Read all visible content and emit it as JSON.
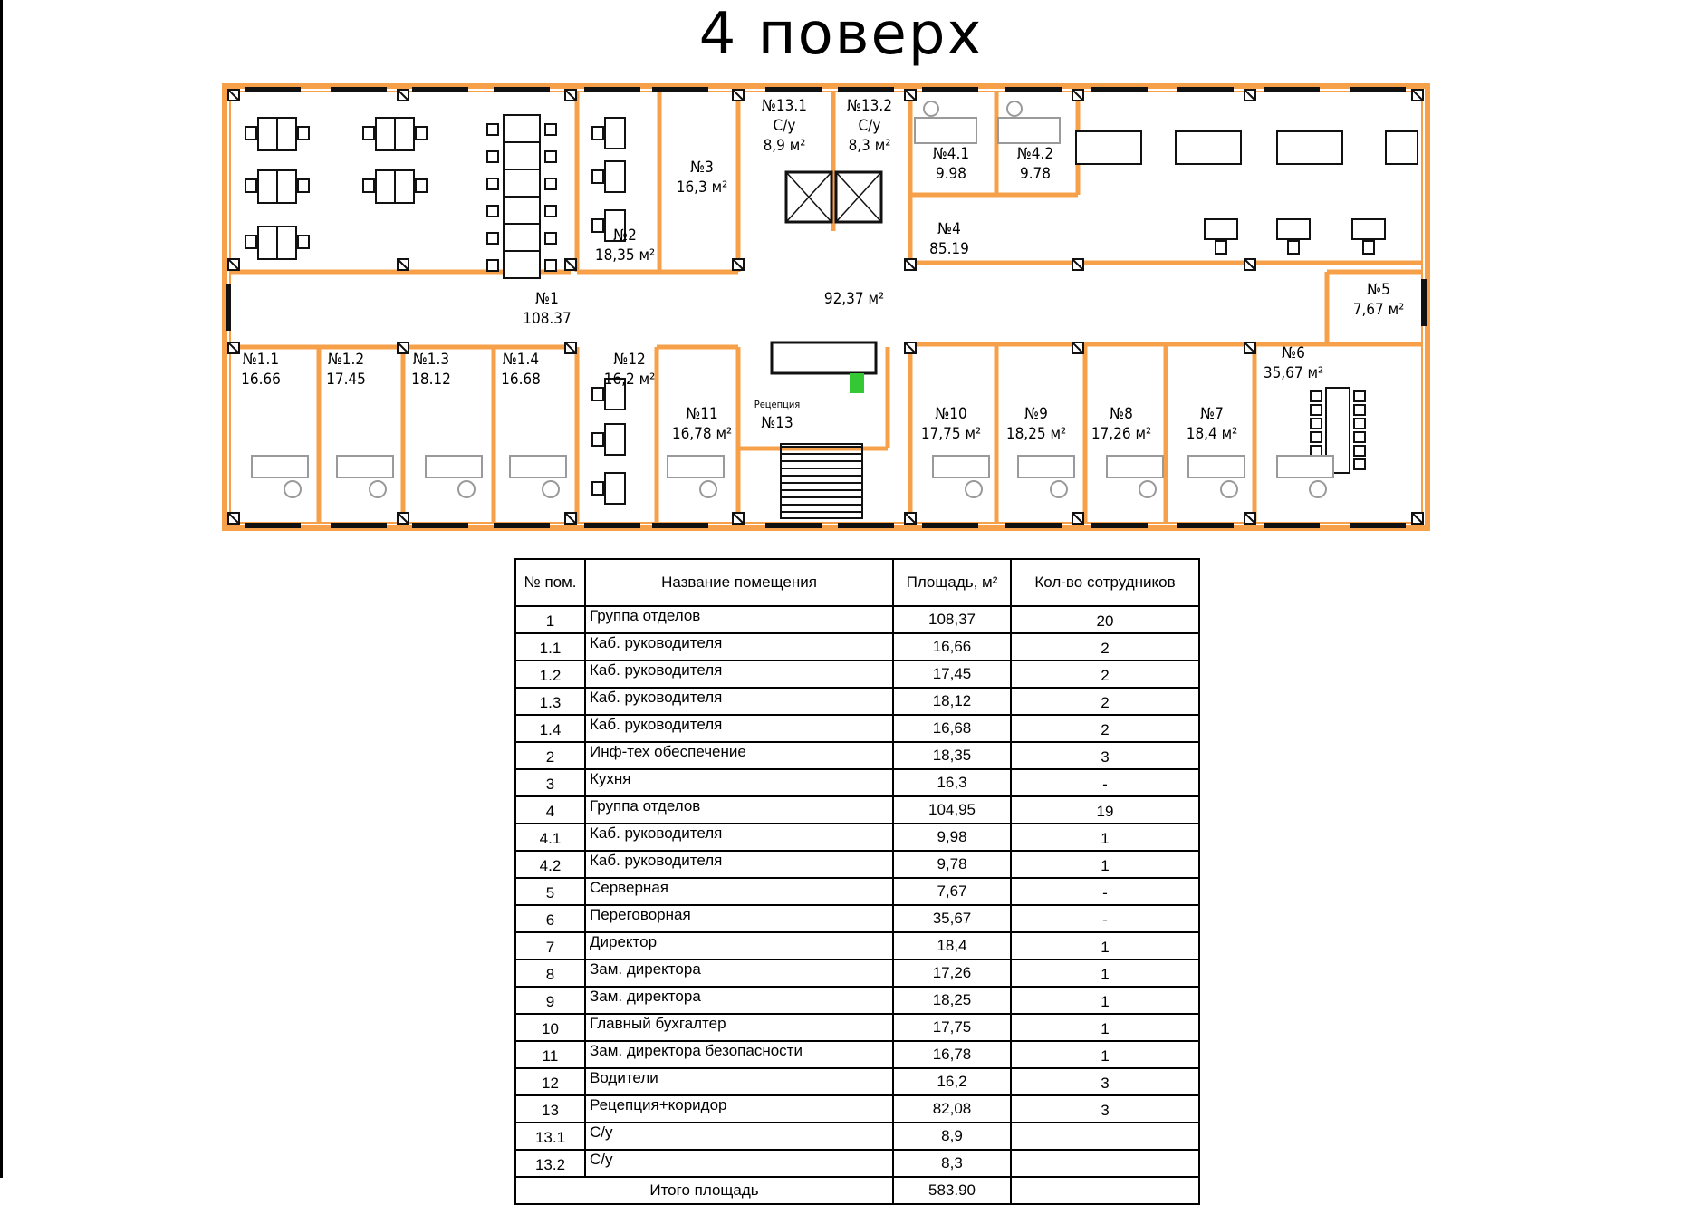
{
  "title": "4 поверх",
  "colors": {
    "wall": "#F7A04A",
    "wall_dark": "#111111",
    "furniture_grey": "#9a9a9a",
    "accent_green": "#34C934"
  },
  "plan": {
    "corridor_area": "92,37 м²",
    "rooms": [
      {
        "id": "r1",
        "lines": [
          "№1",
          "108.37"
        ]
      },
      {
        "id": "r1_1",
        "lines": [
          "№1.1",
          "16.66"
        ]
      },
      {
        "id": "r1_2",
        "lines": [
          "№1.2",
          "17.45"
        ]
      },
      {
        "id": "r1_3",
        "lines": [
          "№1.3",
          "18.12"
        ]
      },
      {
        "id": "r1_4",
        "lines": [
          "№1.4",
          "16.68"
        ]
      },
      {
        "id": "r2",
        "lines": [
          "№2",
          "18,35 м²"
        ]
      },
      {
        "id": "r3",
        "lines": [
          "№3",
          "16,3 м²"
        ]
      },
      {
        "id": "r4",
        "lines": [
          "№4",
          "85.19"
        ]
      },
      {
        "id": "r4_1",
        "lines": [
          "№4.1",
          "9.98"
        ]
      },
      {
        "id": "r4_2",
        "lines": [
          "№4.2",
          "9.78"
        ]
      },
      {
        "id": "r5",
        "lines": [
          "№5",
          "7,67 м²"
        ]
      },
      {
        "id": "r6",
        "lines": [
          "№6",
          "35,67 м²"
        ]
      },
      {
        "id": "r7",
        "lines": [
          "№7",
          "18,4 м²"
        ]
      },
      {
        "id": "r8",
        "lines": [
          "№8",
          "17,26 м²"
        ]
      },
      {
        "id": "r9",
        "lines": [
          "№9",
          "18,25 м²"
        ]
      },
      {
        "id": "r10",
        "lines": [
          "№10",
          "17,75 м²"
        ]
      },
      {
        "id": "r11",
        "lines": [
          "№11",
          "16,78 м²"
        ]
      },
      {
        "id": "r12",
        "lines": [
          "№12",
          "16,2 м²"
        ]
      },
      {
        "id": "r13",
        "lines": [
          "Рецепция",
          "№13"
        ]
      },
      {
        "id": "r13_1",
        "lines": [
          "№13.1",
          "С/у",
          "8,9 м²"
        ]
      },
      {
        "id": "r13_2",
        "lines": [
          "№13.2",
          "С/у",
          "8,3 м²"
        ]
      }
    ]
  },
  "table": {
    "headers": [
      "№ пом.",
      "Название помещения",
      "Площадь, м²",
      "Кол-во сотрудников"
    ],
    "rows": [
      [
        "1",
        "Группа отделов",
        "108,37",
        "20"
      ],
      [
        "1.1",
        "Каб. руководителя",
        "16,66",
        "2"
      ],
      [
        "1.2",
        "Каб. руководителя",
        "17,45",
        "2"
      ],
      [
        "1.3",
        "Каб. руководителя",
        "18,12",
        "2"
      ],
      [
        "1.4",
        "Каб. руководителя",
        "16,68",
        "2"
      ],
      [
        "2",
        "Инф-тех обеспечение",
        "18,35",
        "3"
      ],
      [
        "3",
        "Кухня",
        "16,3",
        "-"
      ],
      [
        "4",
        "Группа отделов",
        "104,95",
        "19"
      ],
      [
        "4.1",
        "Каб. руководителя",
        "9,98",
        "1"
      ],
      [
        "4.2",
        "Каб. руководителя",
        "9,78",
        "1"
      ],
      [
        "5",
        "Серверная",
        "7,67",
        "-"
      ],
      [
        "6",
        "Переговорная",
        "35,67",
        "-"
      ],
      [
        "7",
        "Директор",
        "18,4",
        "1"
      ],
      [
        "8",
        "Зам. директора",
        "17,26",
        "1"
      ],
      [
        "9",
        "Зам. директора",
        "18,25",
        "1"
      ],
      [
        "10",
        "Главный бухгалтер",
        "17,75",
        "1"
      ],
      [
        "11",
        "Зам. директора безопасности",
        "16,78",
        "1"
      ],
      [
        "12",
        "Водители",
        "16,2",
        "3"
      ],
      [
        "13",
        "Рецепция+коридор",
        "82,08",
        "3"
      ],
      [
        "13.1",
        "С/у",
        "8,9",
        ""
      ],
      [
        "13.2",
        "С/у",
        "8,3",
        ""
      ]
    ],
    "total_label": "Итого площадь",
    "total_area": "583.90"
  }
}
